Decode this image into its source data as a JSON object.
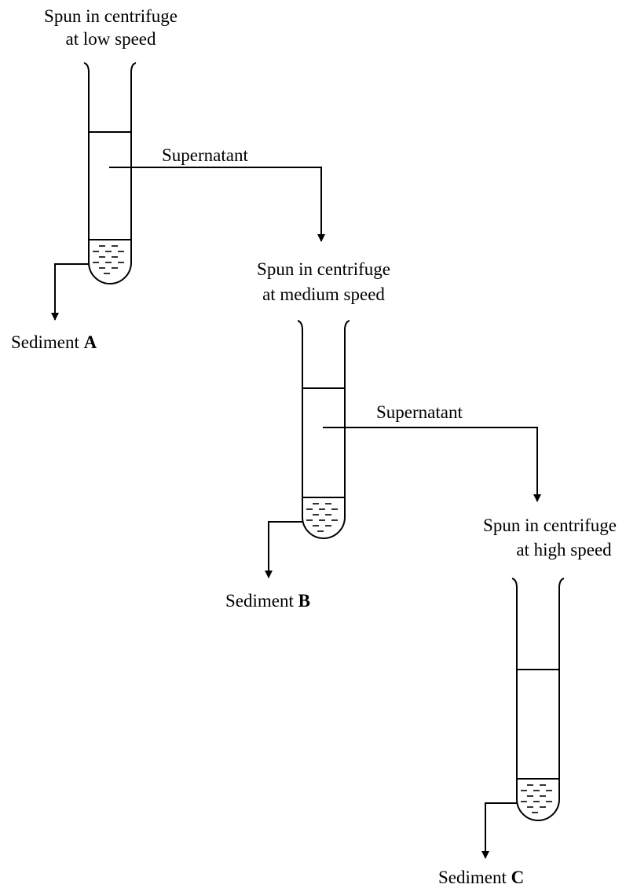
{
  "diagram": {
    "stage1": {
      "title_line1": "Spun in centrifuge",
      "title_line2": "at low speed",
      "supernatant_label": "Supernatant",
      "sediment_prefix": "Sediment ",
      "sediment_letter": "A"
    },
    "stage2": {
      "title_line1": "Spun in centrifuge",
      "title_line2": "at medium speed",
      "supernatant_label": "Supernatant",
      "sediment_prefix": "Sediment ",
      "sediment_letter": "B"
    },
    "stage3": {
      "title_line1": "Spun in centrifuge",
      "title_line2": "at high speed",
      "sediment_prefix": "Sediment ",
      "sediment_letter": "C"
    }
  }
}
